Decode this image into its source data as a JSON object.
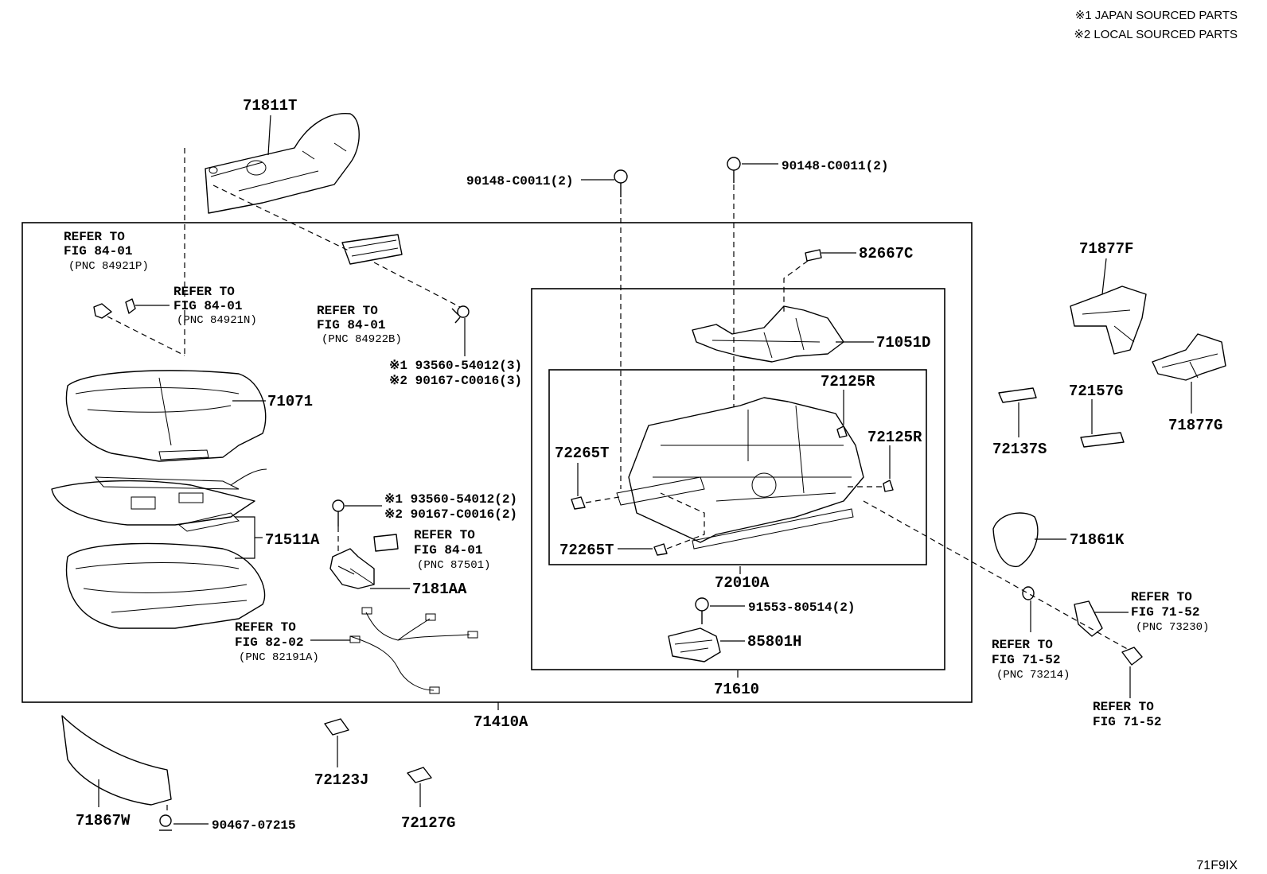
{
  "legend": {
    "japan": "※1 JAPAN SOURCED PARTS",
    "local": "※2 LOCAL SOURCED PARTS"
  },
  "figure_code": "71F9IX",
  "parts": {
    "p71811T": "71811T",
    "p90148_left": "90148-C0011(2)",
    "p90148_right": "90148-C0011(2)",
    "p82667C": "82667C",
    "p71051D": "71051D",
    "p72125R_a": "72125R",
    "p72125R_b": "72125R",
    "p72265T_a": "72265T",
    "p72265T_b": "72265T",
    "p72010A": "72010A",
    "p91553": "91553-80514(2)",
    "p85801H": "85801H",
    "p71610": "71610",
    "p71410A": "71410A",
    "p71071": "71071",
    "p71511A": "71511A",
    "p7181AA": "7181AA",
    "p93560_3": "※1 93560-54012(3)",
    "p90167_3": "※2 90167-C0016(3)",
    "p93560_2": "※1 93560-54012(2)",
    "p90167_2": "※2 90167-C0016(2)",
    "p71877F": "71877F",
    "p71877G": "71877G",
    "p72157G": "72157G",
    "p72137S": "72137S",
    "p71861K": "71861K",
    "p71867W": "71867W",
    "p90467": "90467-07215",
    "p72123J": "72123J",
    "p72127G": "72127G"
  },
  "refs": {
    "r1": {
      "a": "REFER TO",
      "b": "FIG 84-01",
      "c": "(PNC 84921P)"
    },
    "r2": {
      "a": "REFER TO",
      "b": "FIG 84-01",
      "c": "(PNC 84921N)"
    },
    "r3": {
      "a": "REFER TO",
      "b": "FIG 84-01",
      "c": "(PNC 84922B)"
    },
    "r4": {
      "a": "REFER TO",
      "b": "FIG 84-01",
      "c": "(PNC 87501)"
    },
    "r5": {
      "a": "REFER TO",
      "b": "FIG 82-02",
      "c": "(PNC 82191A)"
    },
    "r6": {
      "a": "REFER TO",
      "b": "FIG 71-52",
      "c": "(PNC 73230)"
    },
    "r7": {
      "a": "REFER TO",
      "b": "FIG 71-52",
      "c": "(PNC 73214)"
    },
    "r8": {
      "a": "REFER TO",
      "b": "FIG 71-52"
    }
  }
}
